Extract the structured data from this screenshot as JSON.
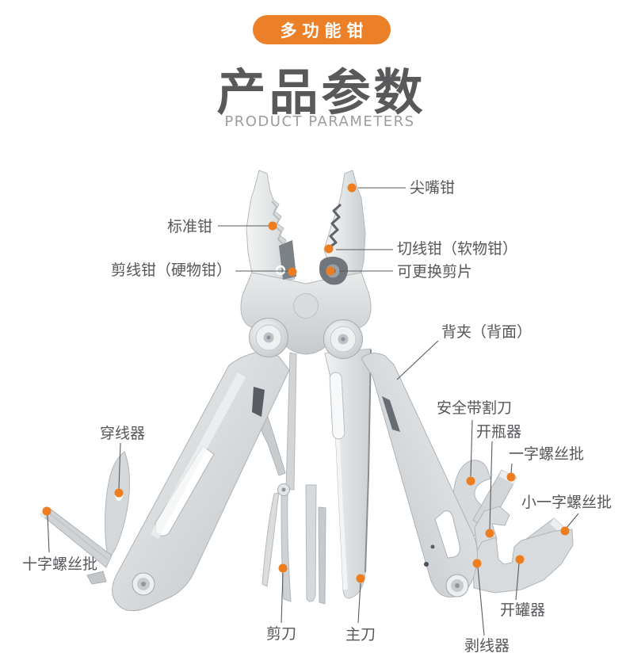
{
  "badge": {
    "label": "多功能钳"
  },
  "header": {
    "title": "产品参数",
    "subtitle": "PRODUCT PARAMETERS"
  },
  "colors": {
    "accent": "#ED7D1E",
    "badge_bg": "#EC8029",
    "title_color": "#58595B",
    "subtitle_color": "#9C9DA0",
    "label_color": "#55575A",
    "line_color": "#595A5E"
  },
  "callouts": {
    "needle_nose": {
      "label": "尖嘴钳"
    },
    "standard_jaw": {
      "label": "标准钳"
    },
    "soft_wire_cutter": {
      "label": "切线钳（软物钳）"
    },
    "hard_wire_cutter": {
      "label": "剪线钳（硬物钳）"
    },
    "replaceable_blade": {
      "label": "可更换剪片"
    },
    "back_clip": {
      "label": "背夹（背面）"
    },
    "seatbelt_cutter": {
      "label": "安全带割刀"
    },
    "bottle_opener": {
      "label": "开瓶器"
    },
    "flat_screwdriver": {
      "label": "一字螺丝批"
    },
    "small_flat_screwdriver": {
      "label": "小一字螺丝批"
    },
    "can_opener": {
      "label": "开罐器"
    },
    "wire_stripper": {
      "label": "剥线器"
    },
    "wire_threader": {
      "label": "穿线器"
    },
    "phillips_screwdriver": {
      "label": "十字螺丝批"
    },
    "scissors": {
      "label": "剪刀"
    },
    "main_knife": {
      "label": "主刀"
    }
  }
}
